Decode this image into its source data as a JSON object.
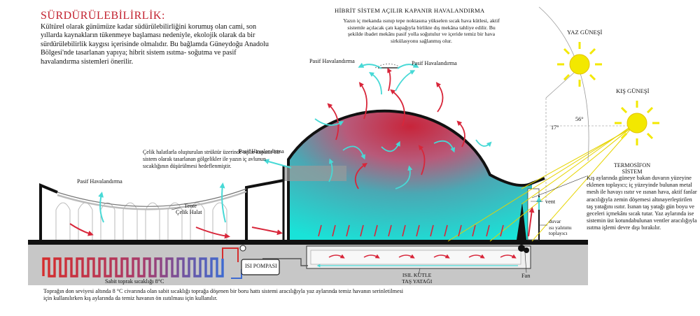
{
  "title": "SÜRDÜRÜLEBİLİRLİK:",
  "intro": "Kültürel olarak günümüze kadar südürülebilirliğini korumuş olan cami, son yıllarda kaynakların tükenmeye başlaması nedeniyle, ekolojik olarak da bir sürdürülebilirlik kaygısı içerisinde olmalıdır. Bu bağlamda Güneydoğu Anadolu Bölgesi'nde tasarlanan yapıya; hibrit sistem ısıtma- soğutma ve pasif havalandırma sistemleri önerilir.",
  "hibrit": {
    "title": "HİBRİT SİSTEM AÇILIR KAPANIR HAVALANDIRMA",
    "text": "Yazın iç mekanda ısınıp tepe noktasına yükselen sıcak hava kütlesi, aktif sistemle açılacak çatı kapağıyla birlikte dış mekâna tahliye edilir. Bu şekilde ibadet mekânı pasif yolla soğutulur ve içeride temiz bir hava sirkülasyonu sağlanmış olur."
  },
  "pasif": [
    "Pasif Havalandırma",
    "Pasif Havalandırma",
    "Pasif Havalandırma",
    "Pasif Havalandırma"
  ],
  "celik_text": "Çelik halatlarla oluşturulan strüktür üzerinde açılır kapanır bir sistem olarak tasarlanan gölgelikler ile yazın iç avlunun sıcaklığının düşürülmesi hedeflenmiştir.",
  "tente": "Tente",
  "celik_halat": "Çelik Halat",
  "sun": {
    "yaz": "YAZ GÜNEŞİ",
    "kis": "KIŞ GÜNEŞİ",
    "angle_yaz": "56°",
    "angle_kis": "17°"
  },
  "termo": {
    "title_line1": "TERMOSİFON",
    "title_line2": "SİSTEM",
    "text": "Kış aylarında güneye bakan duvarın yüzeyine eklenen toplayıcı; iç yüzeyinde bulunan metal mesh ile havayı ısıtır ve ısınan hava, aktif fanlar aracılığıyla zemin döşemesi altınayerleştirilen taş yatağını ısıtır. Isınan taş yatağı gün boyu ve geceleri içmekânı sıcak tutar. Yaz aylarında ise sistemin üst kotundabulunan ventler aracılığıyla ısıtma işlemi devre dışı bırakılır."
  },
  "vent": "vent",
  "duvar": [
    "duvar",
    "ısı yalıtımı",
    "toplayıcı"
  ],
  "fan": "Fan",
  "isi_pompasi": "ISI POMPASI",
  "sabit": "Sabit toprak sıcaklığı 8°C",
  "isil": [
    "ISIL KÜTLE",
    "TAŞ YATAĞI"
  ],
  "bottom": "Toprağın don seviyesi altında 8 °C civarında olan sabit sıcaklığı toprağa döşenen bir boru hattı sistemi aracılığıyla yaz aylarında temiz havanın serinletilmesi için kullanılırken  kış aylarında da temiz havanın ön ısıtılması için kullanılır.",
  "colors": {
    "accent_red": "#c2202e",
    "cyan": "#29d6d2",
    "dark": "#111111"
  }
}
